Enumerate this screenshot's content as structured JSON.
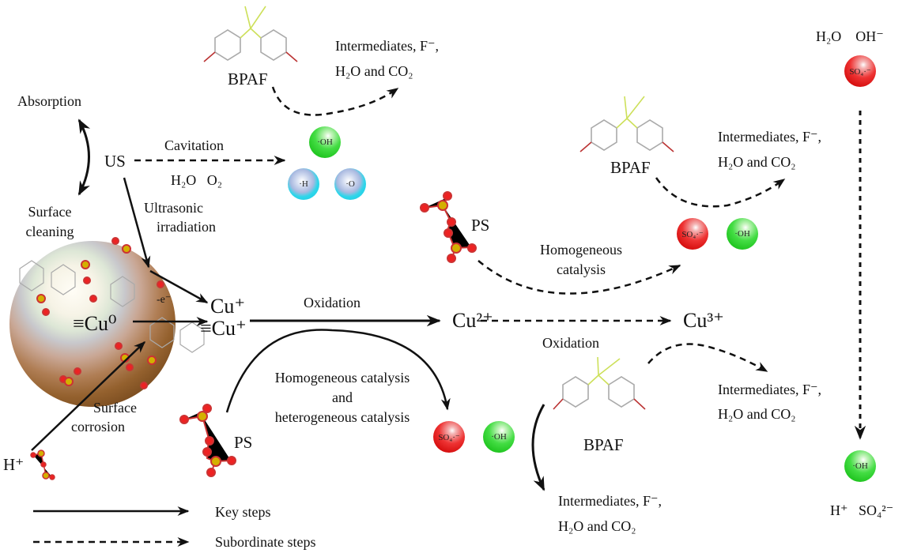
{
  "diagram": {
    "labels": {
      "absorption": "Absorption",
      "surface_cleaning_1": "Surface",
      "surface_cleaning_2": "cleaning",
      "us": "US",
      "cavitation": "Cavitation",
      "cavitation_reagents": "H₂O   O₂",
      "ultrasonic_1": "Ultrasonic",
      "ultrasonic_2": "irradiation",
      "cu0": "≡Cu⁰",
      "electron": "-e⁻",
      "cu_plus": "Cu⁺",
      "cu_plus_surface": "≡Cu⁺",
      "oxidation_1": "Oxidation",
      "cu2": "Cu²⁺",
      "cu3": "Cu³⁺",
      "oxidation_2": "Oxidation",
      "surface_corrosion_1": "Surface",
      "surface_corrosion_2": "corrosion",
      "h_plus_left": "H⁺",
      "ps_bottom": "PS",
      "ps_middle": "PS",
      "homo_hetero_1": "Homogeneous catalysis",
      "homo_hetero_2": "and",
      "homo_hetero_3": "heterogeneous catalysis",
      "homo_1": "Homogeneous",
      "homo_2": "catalysis",
      "bpaf_top": "BPAF",
      "bpaf_right": "BPAF",
      "bpaf_bottom": "BPAF",
      "products_top_1": "Intermediates, F⁻,",
      "products_top_2": "H₂O and CO₂",
      "products_right_1": "Intermediates, F⁻,",
      "products_right_2": "H₂O and CO₂",
      "products_mid_1": "Intermediates, F⁻,",
      "products_mid_2": "H₂O and CO₂",
      "products_bottom_1": "Intermediates, F⁻,",
      "products_bottom_2": "H₂O and CO₂",
      "h2o_oh": "H₂O    OH⁻",
      "h_so4": "H⁺   SO₄²⁻"
    },
    "radicals": {
      "oh": "·OH",
      "h": "·H",
      "o": "·O",
      "so4": "SO₄·⁻"
    },
    "legend": {
      "key_steps": "Key steps",
      "subordinate_steps": "Subordinate steps"
    },
    "colors": {
      "sulfate_radical": "#dd2222",
      "hydroxyl_radical": "#33cc33",
      "h_o_radical": "#22d0e6",
      "copper_sphere": "#8b5a2b"
    }
  }
}
